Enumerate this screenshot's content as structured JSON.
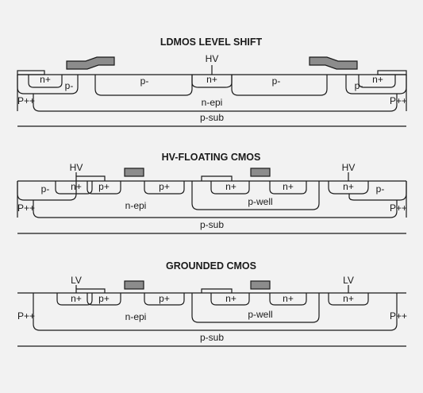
{
  "ldmos": {
    "title": "LDMOS LEVEL SHIFT",
    "hv": "HV",
    "n_plus": "n+",
    "p_minus": "p-",
    "p_plus_plus": "P++",
    "n_epi": "n-epi",
    "p_sub": "p-sub"
  },
  "hv_floating": {
    "title": "HV-FLOATING CMOS",
    "hv": "HV",
    "n_plus": "n+",
    "p_plus": "p+",
    "p_minus": "p-",
    "p_plus_plus": "P++",
    "n_epi": "n-epi",
    "p_well": "p-well",
    "p_sub": "p-sub"
  },
  "grounded": {
    "title": "GROUNDED CMOS",
    "lv": "LV",
    "n_plus": "n+",
    "p_plus": "p+",
    "p_plus_plus": "P++",
    "n_epi": "n-epi",
    "p_well": "p-well",
    "p_sub": "p-sub"
  }
}
